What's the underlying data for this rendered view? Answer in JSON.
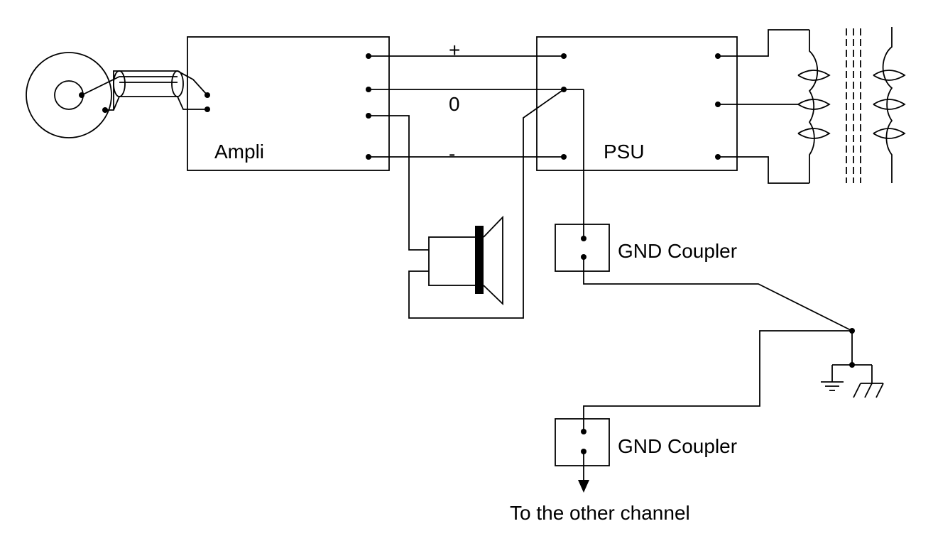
{
  "labels": {
    "ampli": "Ampli",
    "psu": "PSU",
    "plus": "+",
    "zero": "0",
    "minus": "-",
    "gnd_coupler_1": "GND Coupler",
    "gnd_coupler_2": "GND Coupler",
    "other_channel": "To the other channel"
  },
  "colors": {
    "ink": "#000000",
    "background": "#ffffff"
  }
}
